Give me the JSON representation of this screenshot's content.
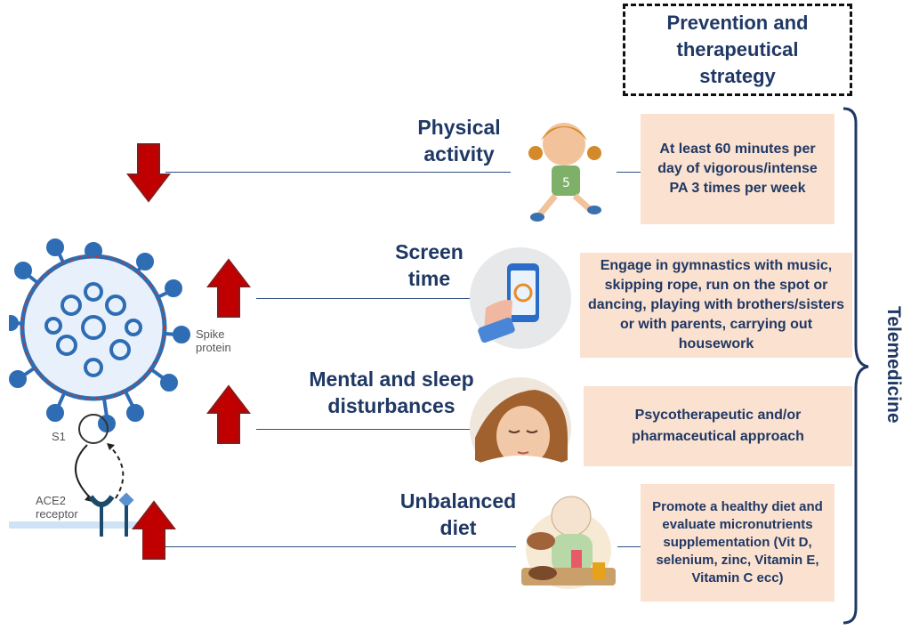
{
  "title": "Prevention and therapeutical strategy",
  "side_label": "Telemedicine",
  "virus_labels": {
    "spike": "Spike protein",
    "s1": "S1",
    "ace2": "ACE2 receptor"
  },
  "rows": [
    {
      "factor": "Physical activity",
      "direction": "down",
      "strategy": "At least 60 minutes per day of vigorous/intense PA 3 times per week"
    },
    {
      "factor": "Screen time",
      "direction": "up",
      "strategy": "Engage in gymnastics with music, skipping rope, run on the spot or dancing, playing with brothers/sisters or with parents, carrying out housework"
    },
    {
      "factor": "Mental and sleep disturbances",
      "direction": "up",
      "strategy": "Psycotherapeutic and/or pharmaceutical  approach"
    },
    {
      "factor": "Unbalanced diet",
      "direction": "up",
      "strategy": "Promote a healthy diet and evaluate micronutrients supplementation (Vit D, selenium, zinc, Vitamin E, Vitamin C ecc)"
    }
  ],
  "colors": {
    "navy": "#1f3864",
    "arrow_red": "#c00000",
    "box_fill": "#fbe1cf",
    "virus_blue": "#2e6db4"
  }
}
